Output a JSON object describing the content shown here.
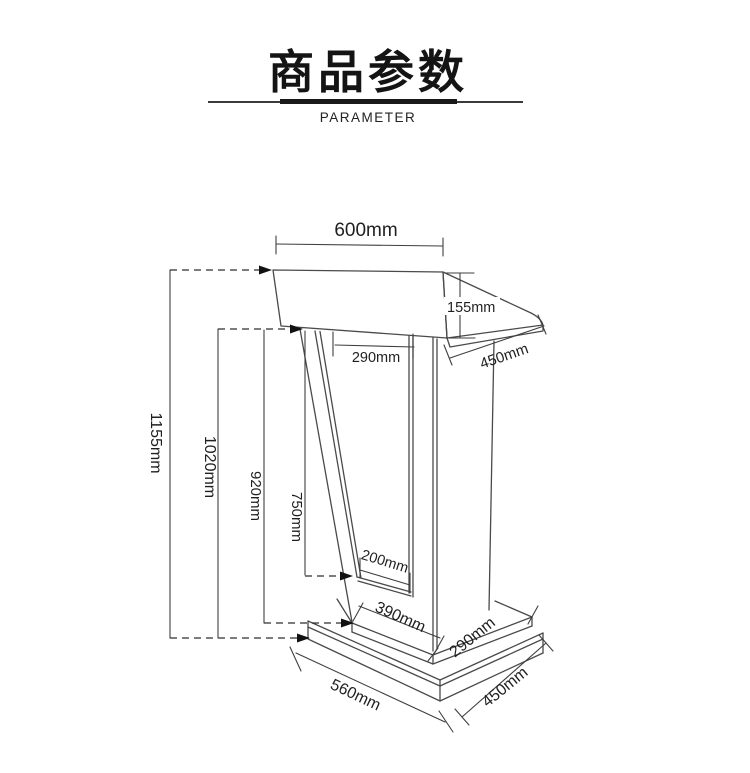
{
  "header": {
    "title": "商品参数",
    "subtitle": "PARAMETER"
  },
  "diagram": {
    "labels": {
      "top_width": "600mm",
      "top_height": "155mm",
      "top_depth": "450mm",
      "panel_top_width": "290mm",
      "total_height": "1155mm",
      "height_1020": "1020mm",
      "height_920": "920mm",
      "height_750": "750mm",
      "recess_bottom_width": "200mm",
      "base_step_width": "390mm",
      "base_step_depth": "290mm",
      "base_width": "560mm",
      "base_depth": "450mm"
    }
  },
  "colors": {
    "outline": "#4a4a4a",
    "dimension_line": "#3f3f3f",
    "text": "#1f1f1f",
    "divider": "#1a1a1a",
    "background": "#ffffff"
  }
}
